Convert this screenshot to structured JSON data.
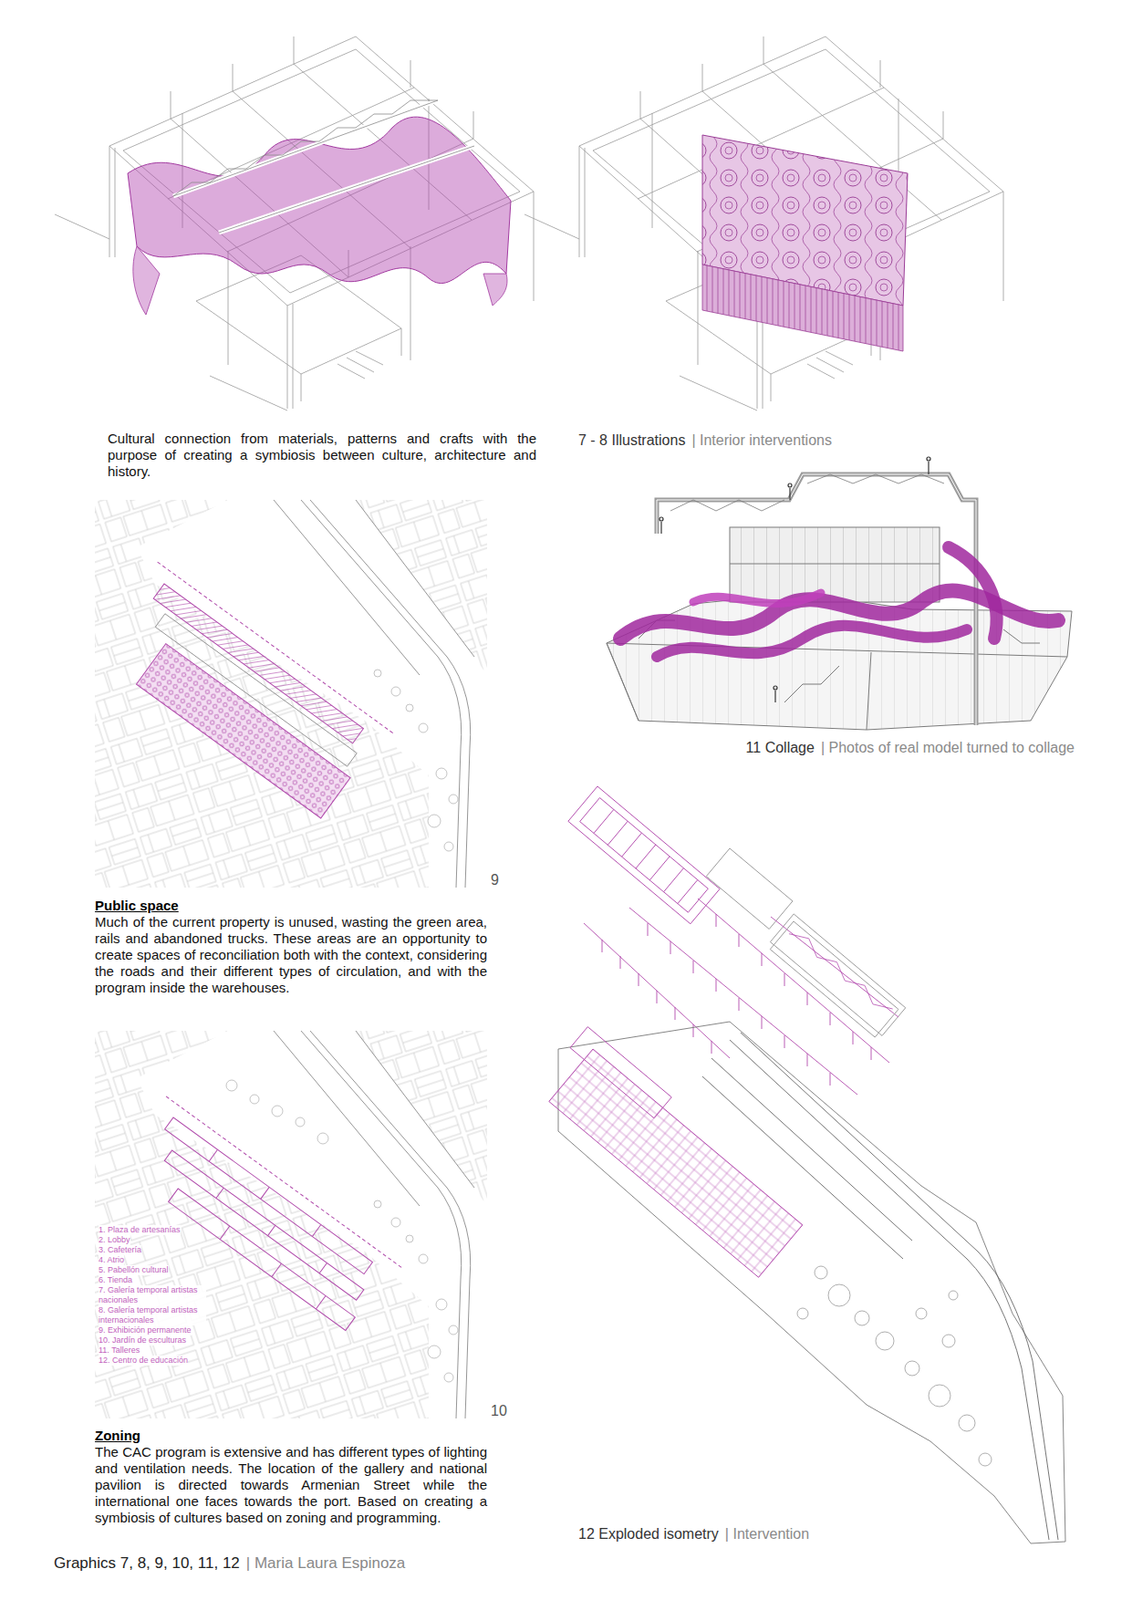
{
  "diagram": {
    "labels": [
      "Cultural connection from materials, patterns and crafts with the purpose of creating a symbiosis between culture, architecture and history.",
      "7 - 8 Illustrations",
      "| Interior interventions",
      "11 Collage",
      "| Photos of real model turned to collage",
      "9",
      "Public space",
      "Much of the current property is unused, wasting the green area, rails and abandoned trucks. These areas are an opportunity to create spaces of reconciliation both with the context, considering the roads and their different types of circulation, and with the program inside the warehouses.",
      "10",
      "1. Plaza de artesanías",
      "2. Lobby",
      "3. Cafetería",
      "4. Atrio",
      "5. Pabellón cultural",
      "6. Tienda",
      "7. Galería temporal artistas nacionales",
      "8. Galería temporal artistas internacionales",
      "9. Exhibición permanente",
      "10. Jardín de esculturas",
      "11. Talleres",
      "12. Centro de educación",
      "Zoning",
      "The CAC program is extensive and has different types of lighting and ventilation needs. The location of the gallery and national pavilion is directed towards Armenian Street while the international one faces towards the port. Based on creating a symbiosis of cultures based on zoning and programming.",
      "12 Exploded isometry",
      "| Intervention",
      "Graphics 7, 8, 9, 10, 11, 12",
      "| Maria Laura Espinoza"
    ]
  }
}
